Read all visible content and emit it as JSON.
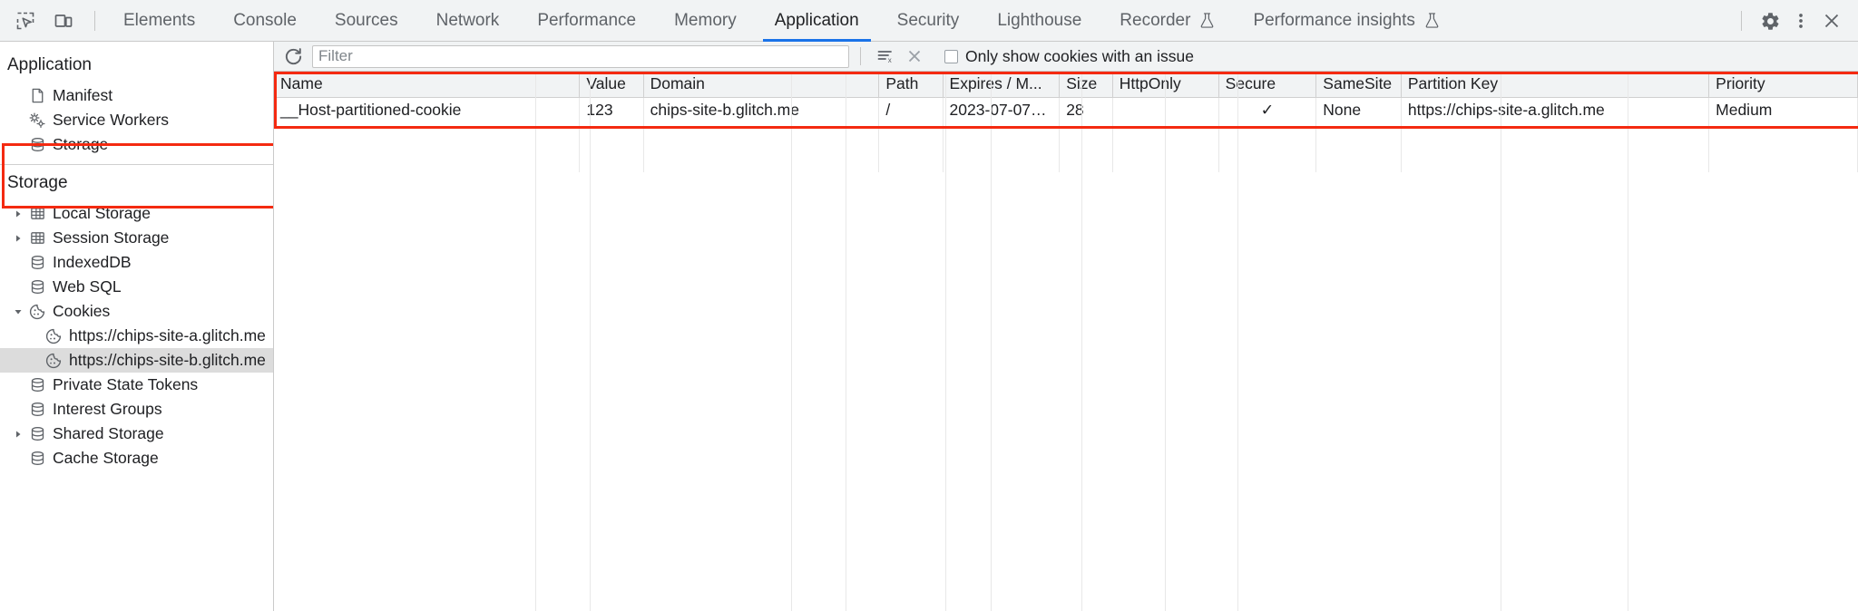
{
  "toolbar": {
    "inspect_icon": "inspect-cursor-icon",
    "device_icon": "device-toolbar-icon",
    "settings_icon": "gear-icon",
    "more_icon": "three-dots-vertical-icon",
    "close_icon": "close-x-icon"
  },
  "tabs": [
    {
      "label": "Elements",
      "active": false,
      "experimental": false
    },
    {
      "label": "Console",
      "active": false,
      "experimental": false
    },
    {
      "label": "Sources",
      "active": false,
      "experimental": false
    },
    {
      "label": "Network",
      "active": false,
      "experimental": false
    },
    {
      "label": "Performance",
      "active": false,
      "experimental": false
    },
    {
      "label": "Memory",
      "active": false,
      "experimental": false
    },
    {
      "label": "Application",
      "active": true,
      "experimental": false
    },
    {
      "label": "Security",
      "active": false,
      "experimental": false
    },
    {
      "label": "Lighthouse",
      "active": false,
      "experimental": false
    },
    {
      "label": "Recorder",
      "active": false,
      "experimental": true
    },
    {
      "label": "Performance insights",
      "active": false,
      "experimental": true
    }
  ],
  "sidebar": {
    "application_title": "Application",
    "application_items": [
      {
        "label": "Manifest",
        "icon": "manifest-document-icon",
        "twisty": "none",
        "indent": 1,
        "selected": false
      },
      {
        "label": "Service Workers",
        "icon": "service-workers-gear-icon",
        "twisty": "none",
        "indent": 1,
        "selected": false
      },
      {
        "label": "Storage",
        "icon": "database-icon",
        "twisty": "none",
        "indent": 1,
        "selected": false
      }
    ],
    "storage_title": "Storage",
    "storage_items": [
      {
        "label": "Local Storage",
        "icon": "table-grid-icon",
        "twisty": "collapsed",
        "indent": 1,
        "selected": false
      },
      {
        "label": "Session Storage",
        "icon": "table-grid-icon",
        "twisty": "collapsed",
        "indent": 1,
        "selected": false
      },
      {
        "label": "IndexedDB",
        "icon": "database-icon",
        "twisty": "none",
        "indent": 1,
        "selected": false
      },
      {
        "label": "Web SQL",
        "icon": "database-icon",
        "twisty": "none",
        "indent": 1,
        "selected": false
      },
      {
        "label": "Cookies",
        "icon": "cookie-icon",
        "twisty": "expanded",
        "indent": 1,
        "selected": false
      },
      {
        "label": "https://chips-site-a.glitch.me",
        "icon": "cookie-icon",
        "twisty": "none",
        "indent": 2,
        "selected": false
      },
      {
        "label": "https://chips-site-b.glitch.me",
        "icon": "cookie-icon",
        "twisty": "none",
        "indent": 2,
        "selected": true
      },
      {
        "label": "Private State Tokens",
        "icon": "database-icon",
        "twisty": "none",
        "indent": 1,
        "selected": false
      },
      {
        "label": "Interest Groups",
        "icon": "database-icon",
        "twisty": "none",
        "indent": 1,
        "selected": false
      },
      {
        "label": "Shared Storage",
        "icon": "database-icon",
        "twisty": "collapsed",
        "indent": 1,
        "selected": false
      },
      {
        "label": "Cache Storage",
        "icon": "database-icon",
        "twisty": "none",
        "indent": 1,
        "selected": false
      }
    ]
  },
  "filterbar": {
    "refresh_icon": "refresh-icon",
    "placeholder": "Filter",
    "value": "",
    "clear_filtered_icon": "clear-filtered-list-icon",
    "clear_all_icon": "clear-all-x-icon",
    "checkbox_label": "Only show cookies with an issue",
    "checkbox_checked": false
  },
  "table": {
    "columns": [
      "Name",
      "Value",
      "Domain",
      "Path",
      "Expires / M...",
      "Size",
      "HttpOnly",
      "Secure",
      "SameSite",
      "Partition Key",
      "Priority"
    ],
    "rows": [
      {
        "Name": "__Host-partitioned-cookie",
        "Value": "123",
        "Domain": "chips-site-b.glitch.me",
        "Path": "/",
        "Expires / M...": "2023-07-07…",
        "Size": "28",
        "HttpOnly": "",
        "Secure": "✓",
        "SameSite": "None",
        "Partition Key": "https://chips-site-a.glitch.me",
        "Priority": "Medium"
      }
    ]
  },
  "annotations": {
    "accent_color": "#f42a11",
    "table_box": "cookie-table-highlight",
    "cookies_box": "cookies-tree-highlight"
  }
}
